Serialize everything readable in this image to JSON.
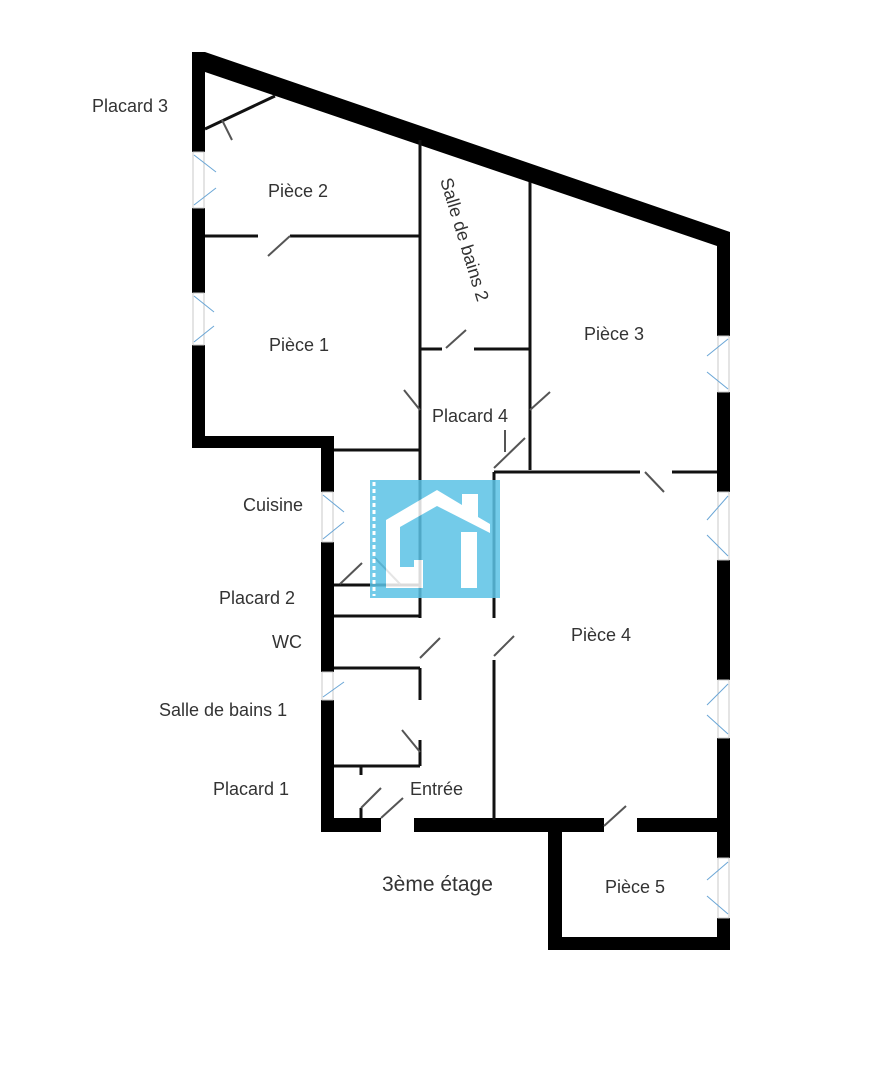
{
  "plan": {
    "floor_label": "3ème étage",
    "rooms": [
      {
        "id": "piece-2",
        "label": "Pièce 2"
      },
      {
        "id": "piece-1",
        "label": "Pièce 1"
      },
      {
        "id": "salle-de-bains-2",
        "label": "Salle de bains 2"
      },
      {
        "id": "piece-3",
        "label": "Pièce 3"
      },
      {
        "id": "placard-4",
        "label": "Placard 4"
      },
      {
        "id": "piece-4",
        "label": "Pièce 4"
      },
      {
        "id": "entree",
        "label": "Entrée"
      },
      {
        "id": "piece-5",
        "label": "Pièce 5"
      }
    ],
    "side_labels": [
      {
        "id": "placard-3",
        "label": "Placard 3"
      },
      {
        "id": "cuisine",
        "label": "Cuisine"
      },
      {
        "id": "placard-2",
        "label": "Placard 2"
      },
      {
        "id": "wc",
        "label": "WC"
      },
      {
        "id": "salle-de-bains-1",
        "label": "Salle de bains 1"
      },
      {
        "id": "placard-1",
        "label": "Placard 1"
      }
    ],
    "colors": {
      "wall": "#000000",
      "text": "#333333",
      "watermark": "#5bc3e6",
      "window_sash": "#6aa6d6"
    },
    "watermark": {
      "icon": "house-logo-icon"
    }
  }
}
